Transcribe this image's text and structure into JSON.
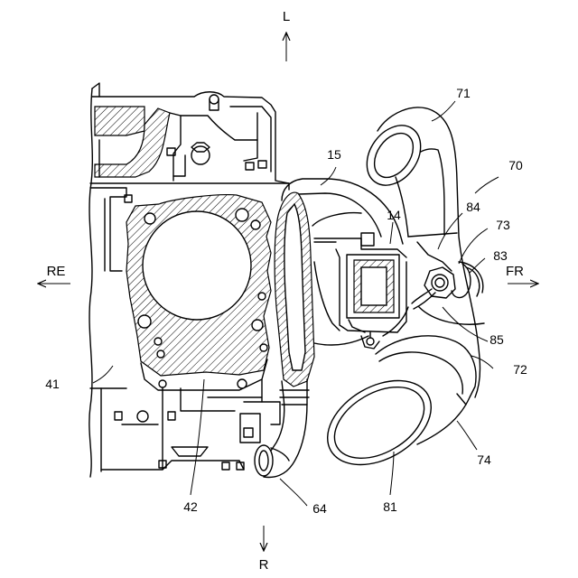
{
  "directions": {
    "left": "L",
    "right": "R",
    "rear": "RE",
    "front": "FR"
  },
  "labels": {
    "n15": "15",
    "n14": "14",
    "n41": "41",
    "n42": "42",
    "n64": "64",
    "n70": "70",
    "n71": "71",
    "n72": "72",
    "n73": "73",
    "n74": "74",
    "n81": "81",
    "n83": "83",
    "n84": "84",
    "n85": "85"
  }
}
